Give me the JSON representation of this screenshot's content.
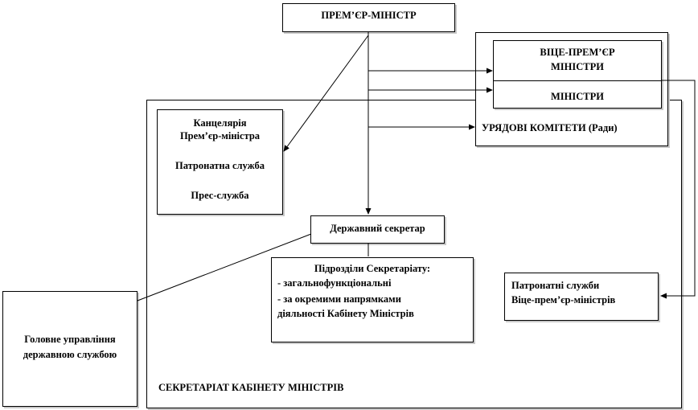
{
  "pm": {
    "label": "ПРЕМ’ЄР-МІНІСТР"
  },
  "vice_pm": {
    "line1": "ВІЦЕ-ПРЕМ’ЄР",
    "line2": "МІНІСТРИ"
  },
  "ministers": {
    "label": "МІНІСТРИ"
  },
  "committees": {
    "label": "УРЯДОВІ КОМІТЕТИ  (Ради)"
  },
  "chancellery": {
    "line1": "Канцелярія",
    "line2": "Прем’єр-міністра",
    "line3": "Патронатна служба",
    "line4": "Прес-служба"
  },
  "state_secretary": {
    "label": "Державний секретар"
  },
  "divisions": {
    "title": "Підрозділи  Секретаріату:",
    "item1": "- загальнофункціональні",
    "item2": "- за  окремими   напрямками",
    "item3": "діяльності  Кабінету  Міністрів"
  },
  "vice_patronage": {
    "line1": "Патронатні служби",
    "line2": "Віце-прем’єр-міністрів"
  },
  "civil_service": {
    "line1": "Головне управління",
    "line2": "державною службою"
  },
  "secretariat": {
    "label": "СЕКРЕТАРІАТ  КАБІНЕТУ  МІНІСТРІВ"
  }
}
